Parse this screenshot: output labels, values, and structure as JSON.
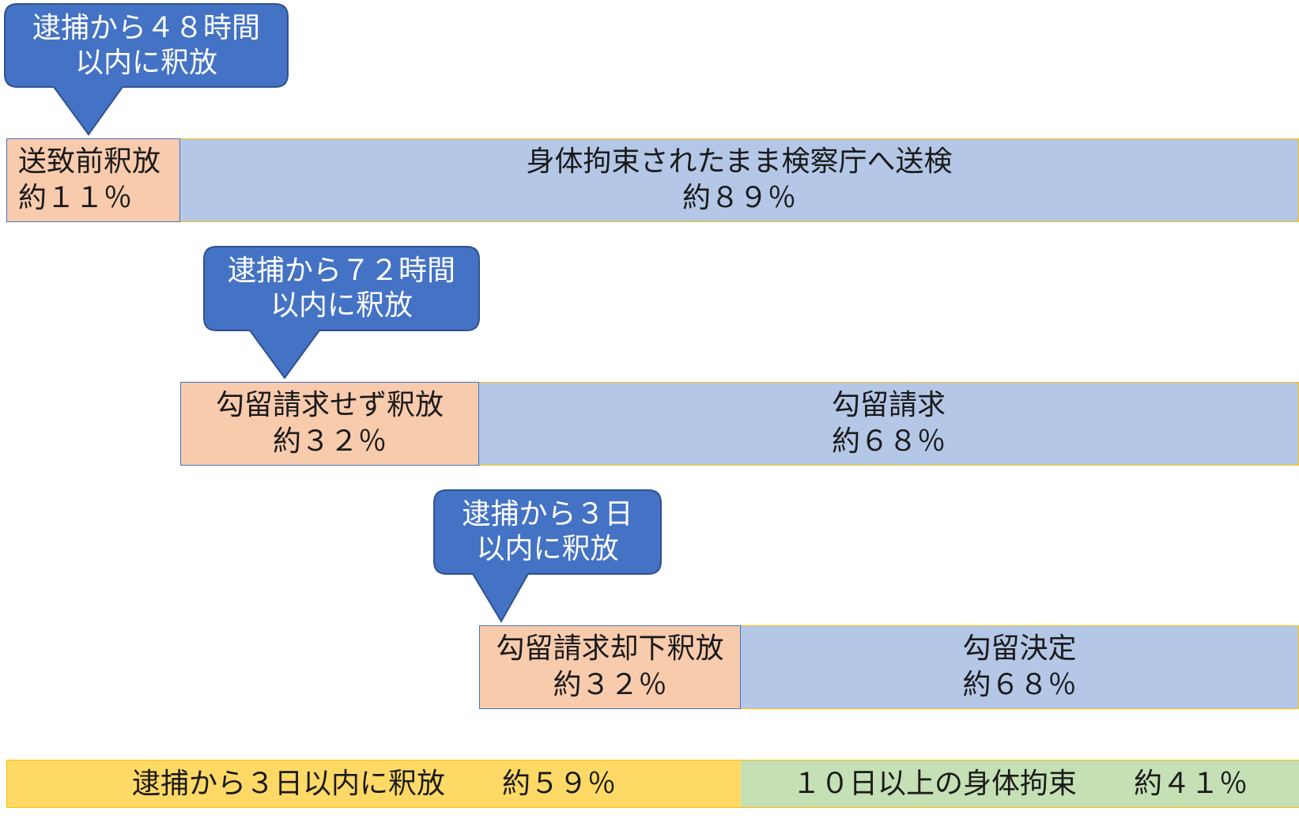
{
  "callouts": [
    {
      "line1": "逮捕から４８時間",
      "line2": "以内に釈放"
    },
    {
      "line1": "逮捕から７２時間",
      "line2": "以内に釈放"
    },
    {
      "line1": "逮捕から３日",
      "line2": "以内に釈放"
    }
  ],
  "stage1": {
    "released": {
      "label": "送致前釈放",
      "pct": "約１１％"
    },
    "continued": {
      "label": "身体拘束されたまま検察庁へ送検",
      "pct": "約８９％"
    }
  },
  "stage2": {
    "released": {
      "label": "勾留請求せず釈放",
      "pct": "約３２％"
    },
    "continued": {
      "label": "勾留請求",
      "pct": "約６８％"
    }
  },
  "stage3": {
    "released": {
      "label": "勾留請求却下釈放",
      "pct": "約３２％"
    },
    "continued": {
      "label": "勾留決定",
      "pct": "約６８％"
    }
  },
  "summary": {
    "released": "逮捕から３日以内に釈放　　約５９％",
    "detained": "１０日以上の身体拘束　　約４１％"
  },
  "colors": {
    "callout_fill": "#4472c4",
    "callout_stroke": "#2f528f",
    "released_fill": "#f8cbad",
    "continued_fill": "#b4c7e7",
    "summary_released_fill": "#ffd966",
    "summary_detained_fill": "#c5e0b4",
    "border_gold": "#ffc000"
  }
}
